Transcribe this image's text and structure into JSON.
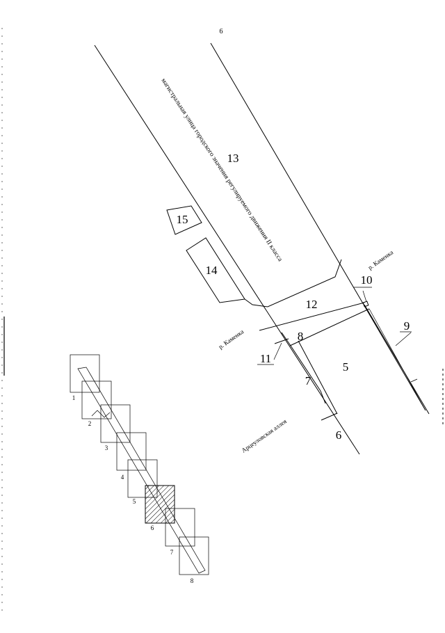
{
  "page_number": "6",
  "street_label": "магистральная улица городского значения регулируемого движения II класса",
  "river_label_right": "р. Каменка",
  "river_label_left": "р. Каменка",
  "alley_label": "Арцеуловская аллея",
  "parcels": {
    "p5": "5",
    "p6": "6",
    "p7": "7",
    "p8": "8",
    "p9": "9",
    "p10": "10",
    "p11": "11",
    "p12": "12",
    "p13": "13",
    "p14": "14",
    "p15": "15"
  },
  "index_sheets": [
    "1",
    "2",
    "3",
    "4",
    "5",
    "6",
    "7",
    "8"
  ],
  "index_current_sheet": "6"
}
